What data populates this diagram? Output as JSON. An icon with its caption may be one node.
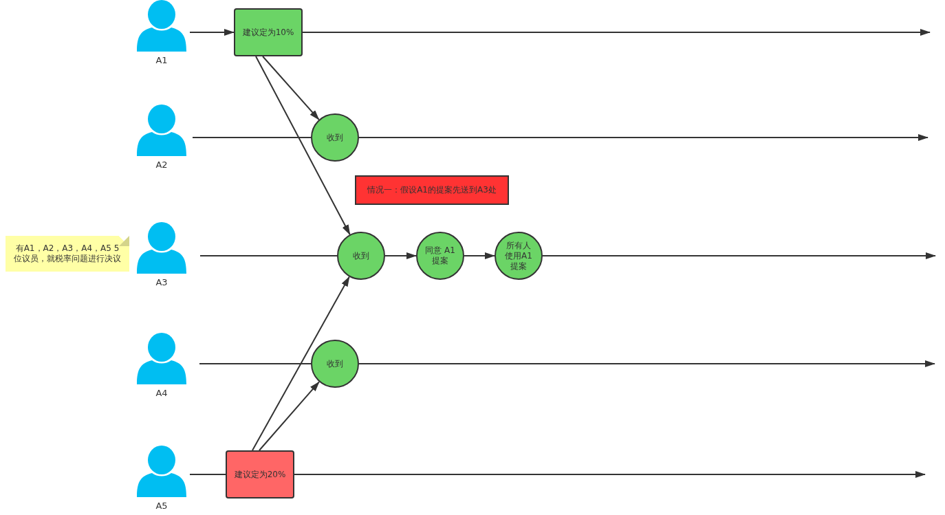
{
  "diagram": {
    "nodes": [
      {
        "text": [
          "A1"
        ]
      },
      {
        "text": [
          "A2"
        ]
      },
      {
        "text": [
          "A3"
        ]
      },
      {
        "text": [
          "A4"
        ]
      },
      {
        "text": [
          "A5"
        ]
      },
      {
        "text": [
          "有A1，A2，A3，A4，A5 5位议员，就税率问题进行决议"
        ]
      },
      {
        "text": [
          "建议定为10%"
        ]
      },
      {
        "text": [
          "收到"
        ]
      },
      {
        "text": [
          "情况一：假设A1的提案先送到A3处"
        ]
      },
      {
        "text": [
          "收到"
        ]
      },
      {
        "text": [
          "同意 A1提案"
        ]
      },
      {
        "text": [
          "所有人使用A1提案"
        ]
      },
      {
        "text": [
          "收到"
        ]
      },
      {
        "text": [
          "建议定为20%"
        ]
      }
    ],
    "edges": [
      {
        "from": 0,
        "to": 6,
        "arrow": "to"
      },
      {
        "from": 6,
        "to": null,
        "arrow": "to"
      },
      {
        "from": 6,
        "to": 7,
        "arrow": "to"
      },
      {
        "from": 6,
        "to": 9,
        "arrow": "to"
      },
      {
        "from": 1,
        "to": 7,
        "arrow": "none"
      },
      {
        "from": 7,
        "to": null,
        "arrow": "to"
      },
      {
        "from": 2,
        "to": 9,
        "arrow": "none"
      },
      {
        "from": 9,
        "to": 10,
        "arrow": "to"
      },
      {
        "from": 10,
        "to": 11,
        "arrow": "to"
      },
      {
        "from": 11,
        "to": null,
        "arrow": "to"
      },
      {
        "from": 3,
        "to": 12,
        "arrow": "none"
      },
      {
        "from": 12,
        "to": null,
        "arrow": "to"
      },
      {
        "from": 4,
        "to": 13,
        "arrow": "none"
      },
      {
        "from": 13,
        "to": null,
        "arrow": "to"
      },
      {
        "from": 13,
        "to": 9,
        "arrow": "to"
      },
      {
        "from": 13,
        "to": 12,
        "arrow": "to"
      }
    ]
  }
}
